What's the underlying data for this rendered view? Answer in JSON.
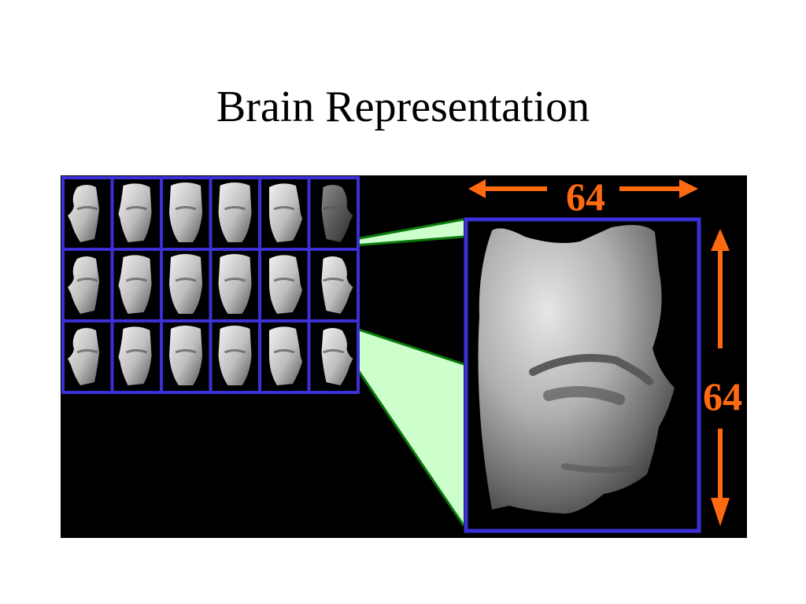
{
  "slide": {
    "title": "Brain Representation"
  },
  "figure": {
    "grid": {
      "rows": 3,
      "columns": 6,
      "frame_color": "#3b2fd6",
      "face_views": [
        [
          "left-profile",
          "left-three-quarter",
          "front",
          "front",
          "right-three-quarter",
          "right-profile-dark"
        ],
        [
          "left-profile",
          "left-three-quarter",
          "front",
          "front",
          "right-three-quarter",
          "right-profile"
        ],
        [
          "left-profile",
          "left-three-quarter",
          "front",
          "front",
          "right-three-quarter",
          "right-profile"
        ]
      ]
    },
    "zoom": {
      "callout_color": "#ccffcc",
      "callout_edge_color": "#0a7a0a",
      "frame_color": "#3b2fd6"
    },
    "dimensions": {
      "width_label": "64",
      "height_label": "64",
      "arrow_color": "#ff6a10"
    }
  }
}
